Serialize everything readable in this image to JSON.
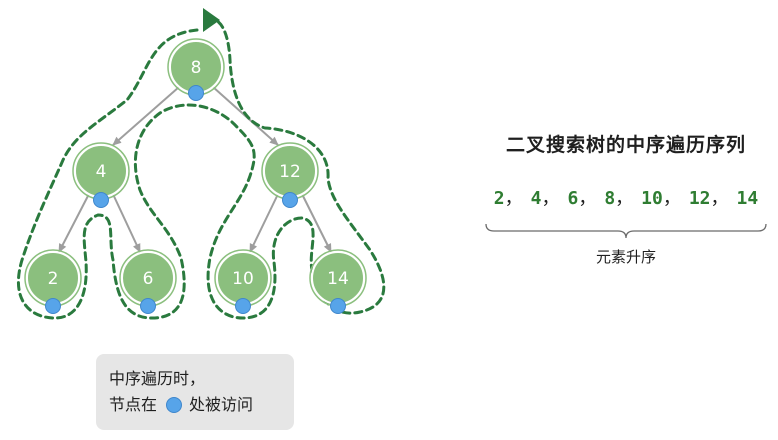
{
  "tree": {
    "nodes": [
      {
        "id": "n8",
        "value": "8"
      },
      {
        "id": "n4",
        "value": "4"
      },
      {
        "id": "n12",
        "value": "12"
      },
      {
        "id": "n2",
        "value": "2"
      },
      {
        "id": "n6",
        "value": "6"
      },
      {
        "id": "n10",
        "value": "10"
      },
      {
        "id": "n14",
        "value": "14"
      }
    ],
    "edges": [
      [
        "n8",
        "n4"
      ],
      [
        "n8",
        "n12"
      ],
      [
        "n4",
        "n2"
      ],
      [
        "n4",
        "n6"
      ],
      [
        "n12",
        "n10"
      ],
      [
        "n12",
        "n14"
      ]
    ]
  },
  "caption": {
    "line1": "中序遍历时，",
    "line2_before": "节点在",
    "line2_after": "处被访问"
  },
  "sequence": {
    "title": "二叉搜索树的中序遍历序列",
    "values": [
      "2",
      "4",
      "6",
      "8",
      "10",
      "12",
      "14"
    ],
    "separator": "，",
    "brace_label": "元素升序"
  },
  "colors": {
    "node_fill": "#8bbf7e",
    "node_ring": "#8bbf7e",
    "path_green": "#2a7a3e",
    "visit_dot": "#57a4e9",
    "edge_gray": "#9e9e9e"
  }
}
